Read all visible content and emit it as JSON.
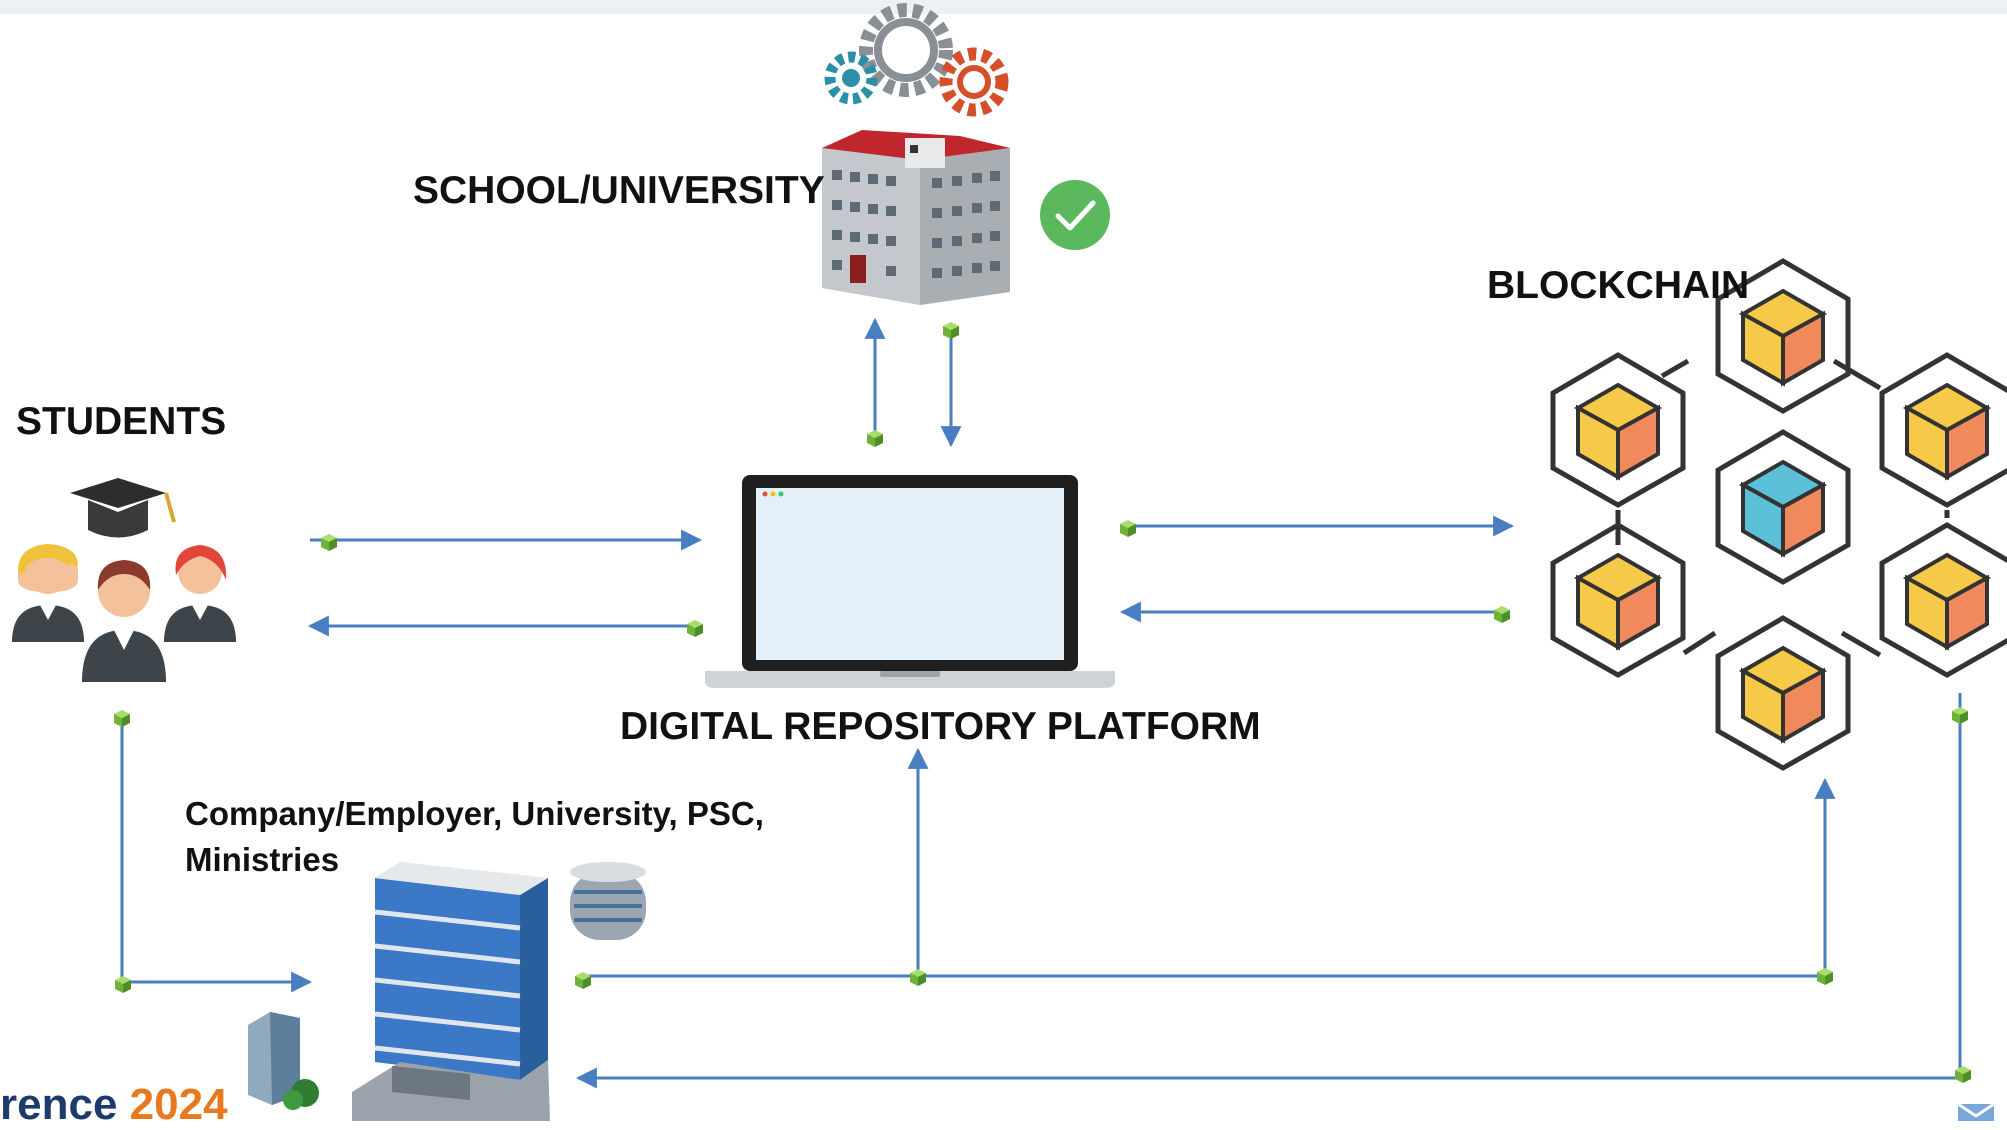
{
  "labels": {
    "school": "SCHOOL/UNIVERSITY",
    "blockchain": "BLOCKCHAIN",
    "students": "STUDENTS",
    "platform": "DIGITAL REPOSITORY PLATFORM",
    "verifiers_line1": "Company/Employer, University, PSC,",
    "verifiers_line2": "Ministries"
  },
  "footer": {
    "text": "rence",
    "year": "2024"
  },
  "colors": {
    "arrow": "#4a7ec2",
    "connector_node": "#7cc142",
    "cube_yellow": "#f7c948",
    "cube_orange": "#f08a5d",
    "cube_blue": "#5bc0d8",
    "outline": "#333333",
    "check_badge": "#5cb85c"
  },
  "icons": {
    "school": "school-building-icon",
    "gears": "gears-icon",
    "verified": "check-badge-icon",
    "students": "students-group-icon",
    "platform": "laptop-icon",
    "blockchain": "blockchain-network-icon",
    "verifiers": "office-building-icon"
  }
}
